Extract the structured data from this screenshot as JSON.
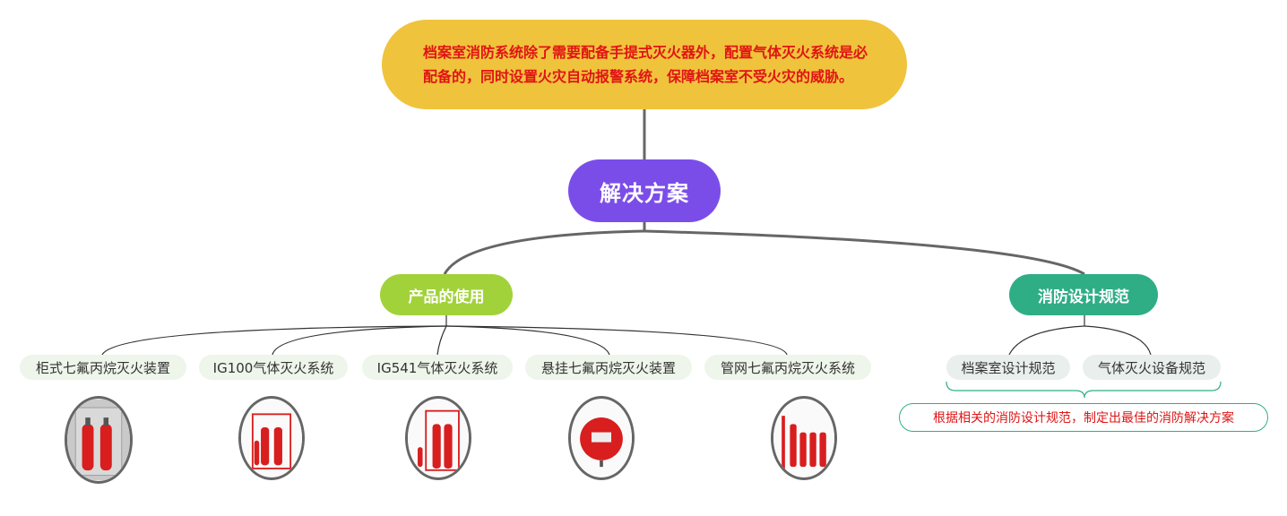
{
  "top_note": "档案室消防系统除了需要配备手提式灭火器外，配置气体灭火系统是必配备的，同时设置火灾自动报警系统，保障档案室不受火灾的威胁。",
  "root": "解决方案",
  "branches": {
    "products": {
      "label": "产品的使用",
      "items": [
        "柜式七氟丙烷灭火装置",
        "IG100气体灭火系统",
        "IG541气体灭火系统",
        "悬挂七氟丙烷灭火装置",
        "管网七氟丙烷灭火系统"
      ]
    },
    "spec": {
      "label": "消防设计规范",
      "items": [
        "档案室设计规范",
        "气体灭火设备规范"
      ],
      "summary": "根据相关的消防设计规范，制定出最佳的消防解决方案"
    }
  },
  "colors": {
    "note_bg": "#f0c33c",
    "note_text": "#e01414",
    "root_bg": "#7b4de8",
    "products_bg": "#a2d23a",
    "spec_bg": "#2fae86",
    "connector": "#666666"
  }
}
